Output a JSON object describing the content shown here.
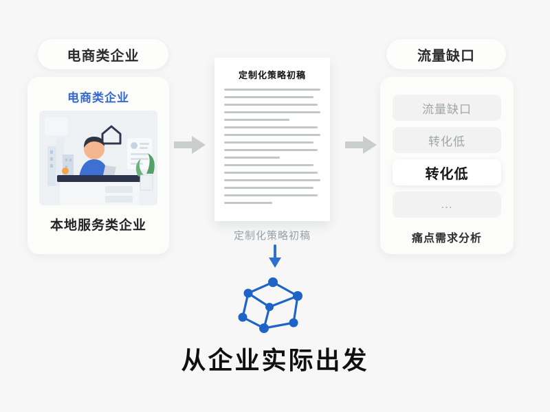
{
  "left": {
    "badge": "电商类企业",
    "card_title": "电商类企业",
    "card_caption": "本地服务类企业",
    "illustration": "person-working-at-desk"
  },
  "center": {
    "doc_title": "定制化策略初稿",
    "doc_line_count": 16,
    "doc_caption": "定制化策略初稿",
    "headline": "从企业实际出发"
  },
  "right": {
    "badge": "流量缺口",
    "items": [
      {
        "label": "流量缺口",
        "highlight": false
      },
      {
        "label": "转化低",
        "highlight": false
      },
      {
        "label": "转化低",
        "highlight": true
      },
      {
        "label": "...",
        "highlight": false
      }
    ],
    "caption": "痛点需求分析"
  },
  "icons": {
    "flow_arrow": "block-arrow-right",
    "down_arrow": "arrow-down",
    "network": "network-graph"
  },
  "colors": {
    "background": "#f6f7f6",
    "accent_blue": "#2e6fd2",
    "network_blue": "#1e63c8",
    "arrow_gray": "#c9cdcb",
    "card_white": "#fcfcfb",
    "muted_text": "#94a1a9",
    "dark_text": "#0f0f0f"
  }
}
